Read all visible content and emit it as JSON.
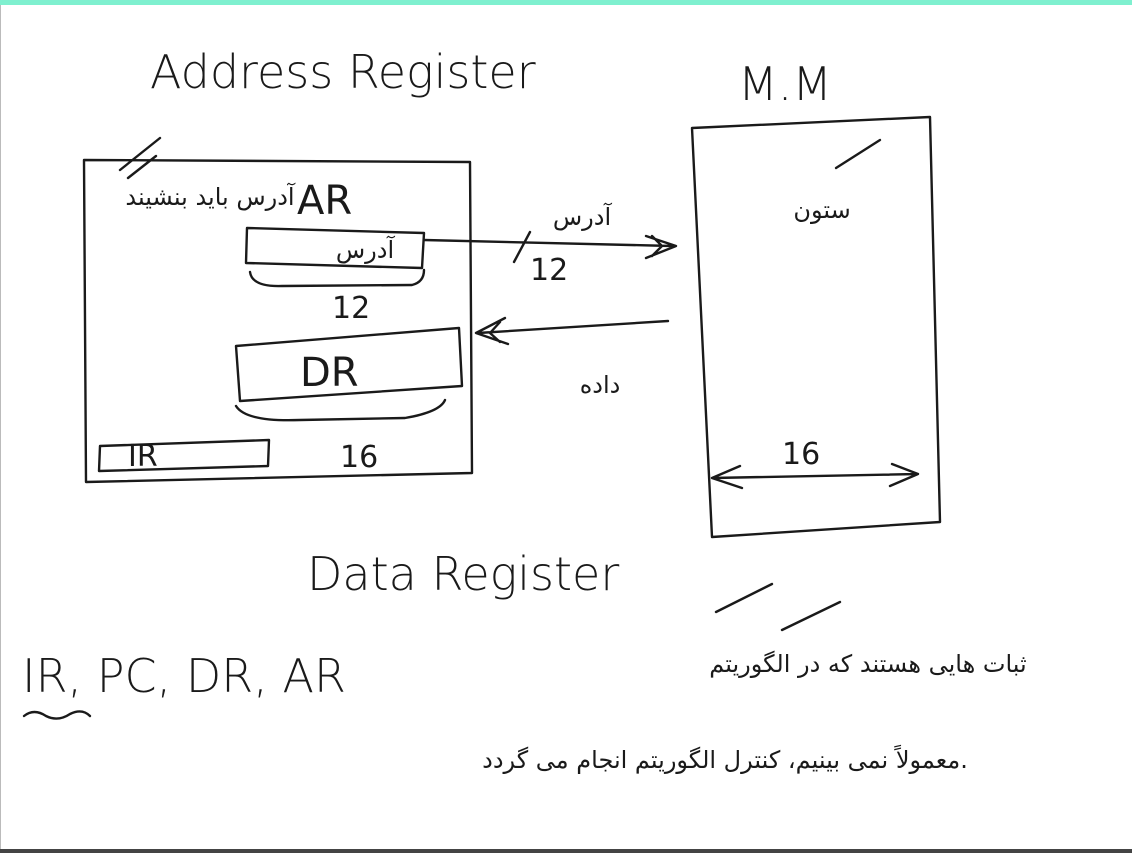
{
  "labels": {
    "address_register": "Address Register",
    "main_memory": "M.M",
    "data_register": "Data Register",
    "ar": "AR",
    "dr": "DR",
    "ir": "IR",
    "ar_width": "12",
    "arrow_width": "12",
    "dr_width": "16",
    "mm_width": "16",
    "register_list": "IR, PC, DR, AR"
  },
  "persian": {
    "ar_note": "آدرس باید بنشیند",
    "ar_box_content": "آدرس",
    "address_arrow": "آدرس",
    "data_arrow": "داده",
    "memory_column": "ستون",
    "note_line1": "ثبات هایی هستند که در الگوریتم",
    "note_line2": "معمولاً نمی بینیم، کنترل الگوریتم انجام می گردد."
  }
}
